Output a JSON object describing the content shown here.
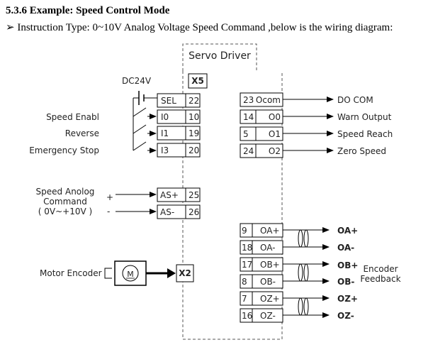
{
  "section_title": "5.3.6 Example: Speed Control Mode",
  "instruction": "➢  Instruction Type: 0~10V Analog Voltage Speed Command ,below is the wiring diagram:",
  "driver_title": "Servo Driver",
  "x5_label": "X5",
  "x2_label": "X2",
  "dc_label": "DC24V",
  "inputs": [
    {
      "label": "",
      "name": "SEL",
      "num": "22"
    },
    {
      "label": "Speed Enabl",
      "name": "I0",
      "num": "10"
    },
    {
      "label": "Reverse",
      "name": "I1",
      "num": "19"
    },
    {
      "label": "Emergency Stop",
      "name": "I3",
      "num": "20"
    }
  ],
  "analog": {
    "label_lines": [
      "Speed Anolog",
      "Command",
      "( 0V~+10V )"
    ],
    "plus": "+",
    "minus": "-",
    "pins": [
      {
        "name": "AS+",
        "num": "25"
      },
      {
        "name": "AS-",
        "num": "26"
      }
    ]
  },
  "outputs": [
    {
      "num": "23",
      "name": "Ocom",
      "label": "DO COM"
    },
    {
      "num": "14",
      "name": "O0",
      "label": "Warn Output"
    },
    {
      "num": "5",
      "name": "O1",
      "label": "Speed Reach"
    },
    {
      "num": "24",
      "name": "O2",
      "label": "Zero Speed"
    }
  ],
  "encoder_out": [
    {
      "num": "9",
      "name": "OA+",
      "label": "OA+"
    },
    {
      "num": "18",
      "name": "OA-",
      "label": "OA-"
    },
    {
      "num": "17",
      "name": "OB+",
      "label": "OB+"
    },
    {
      "num": "8",
      "name": "OB-",
      "label": "OB-"
    },
    {
      "num": "7",
      "name": "OZ+",
      "label": "OZ+"
    },
    {
      "num": "16",
      "name": "OZ-",
      "label": "OZ-"
    }
  ],
  "encoder_feedback_lines": [
    "Encoder",
    "Feedback"
  ],
  "motor_label": "Motor Encoder",
  "motor_symbol": "M"
}
